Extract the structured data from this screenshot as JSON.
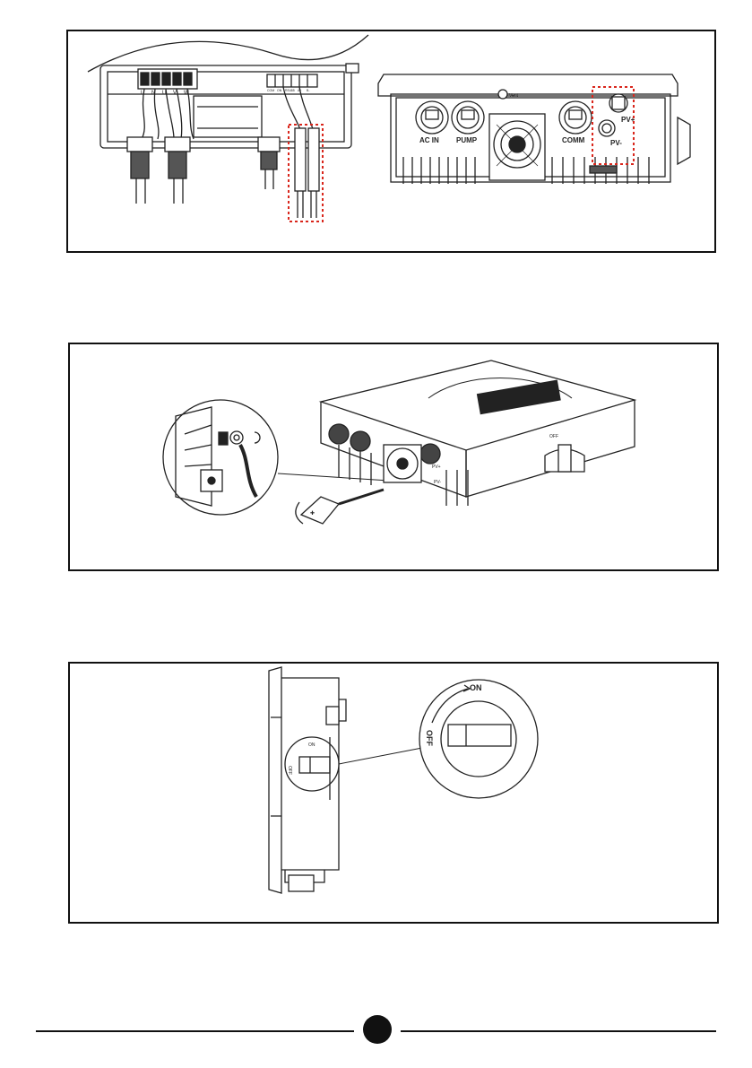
{
  "figure1": {
    "left_view": {
      "terminal_letters": [
        "L",
        "N",
        "U",
        "V",
        "W"
      ],
      "comm_terminal_labels": [
        "COM",
        "ON",
        "RS485",
        "A+",
        "B-"
      ]
    },
    "right_view": {
      "port_labels": [
        "AC IN",
        "PUMP",
        "COMM",
        "PV+",
        "PV-"
      ],
      "vent_label": "Vent"
    },
    "highlight_color": "#d9261c"
  },
  "figure2": {
    "labels": [
      "PV+",
      "PV-",
      "OFF"
    ]
  },
  "figure3": {
    "switch_labels_small": [
      "ON",
      "OFF"
    ],
    "switch_labels_zoom": [
      "ON",
      "OFF"
    ]
  },
  "footer": {
    "page_dot_icon": "filled-circle"
  }
}
